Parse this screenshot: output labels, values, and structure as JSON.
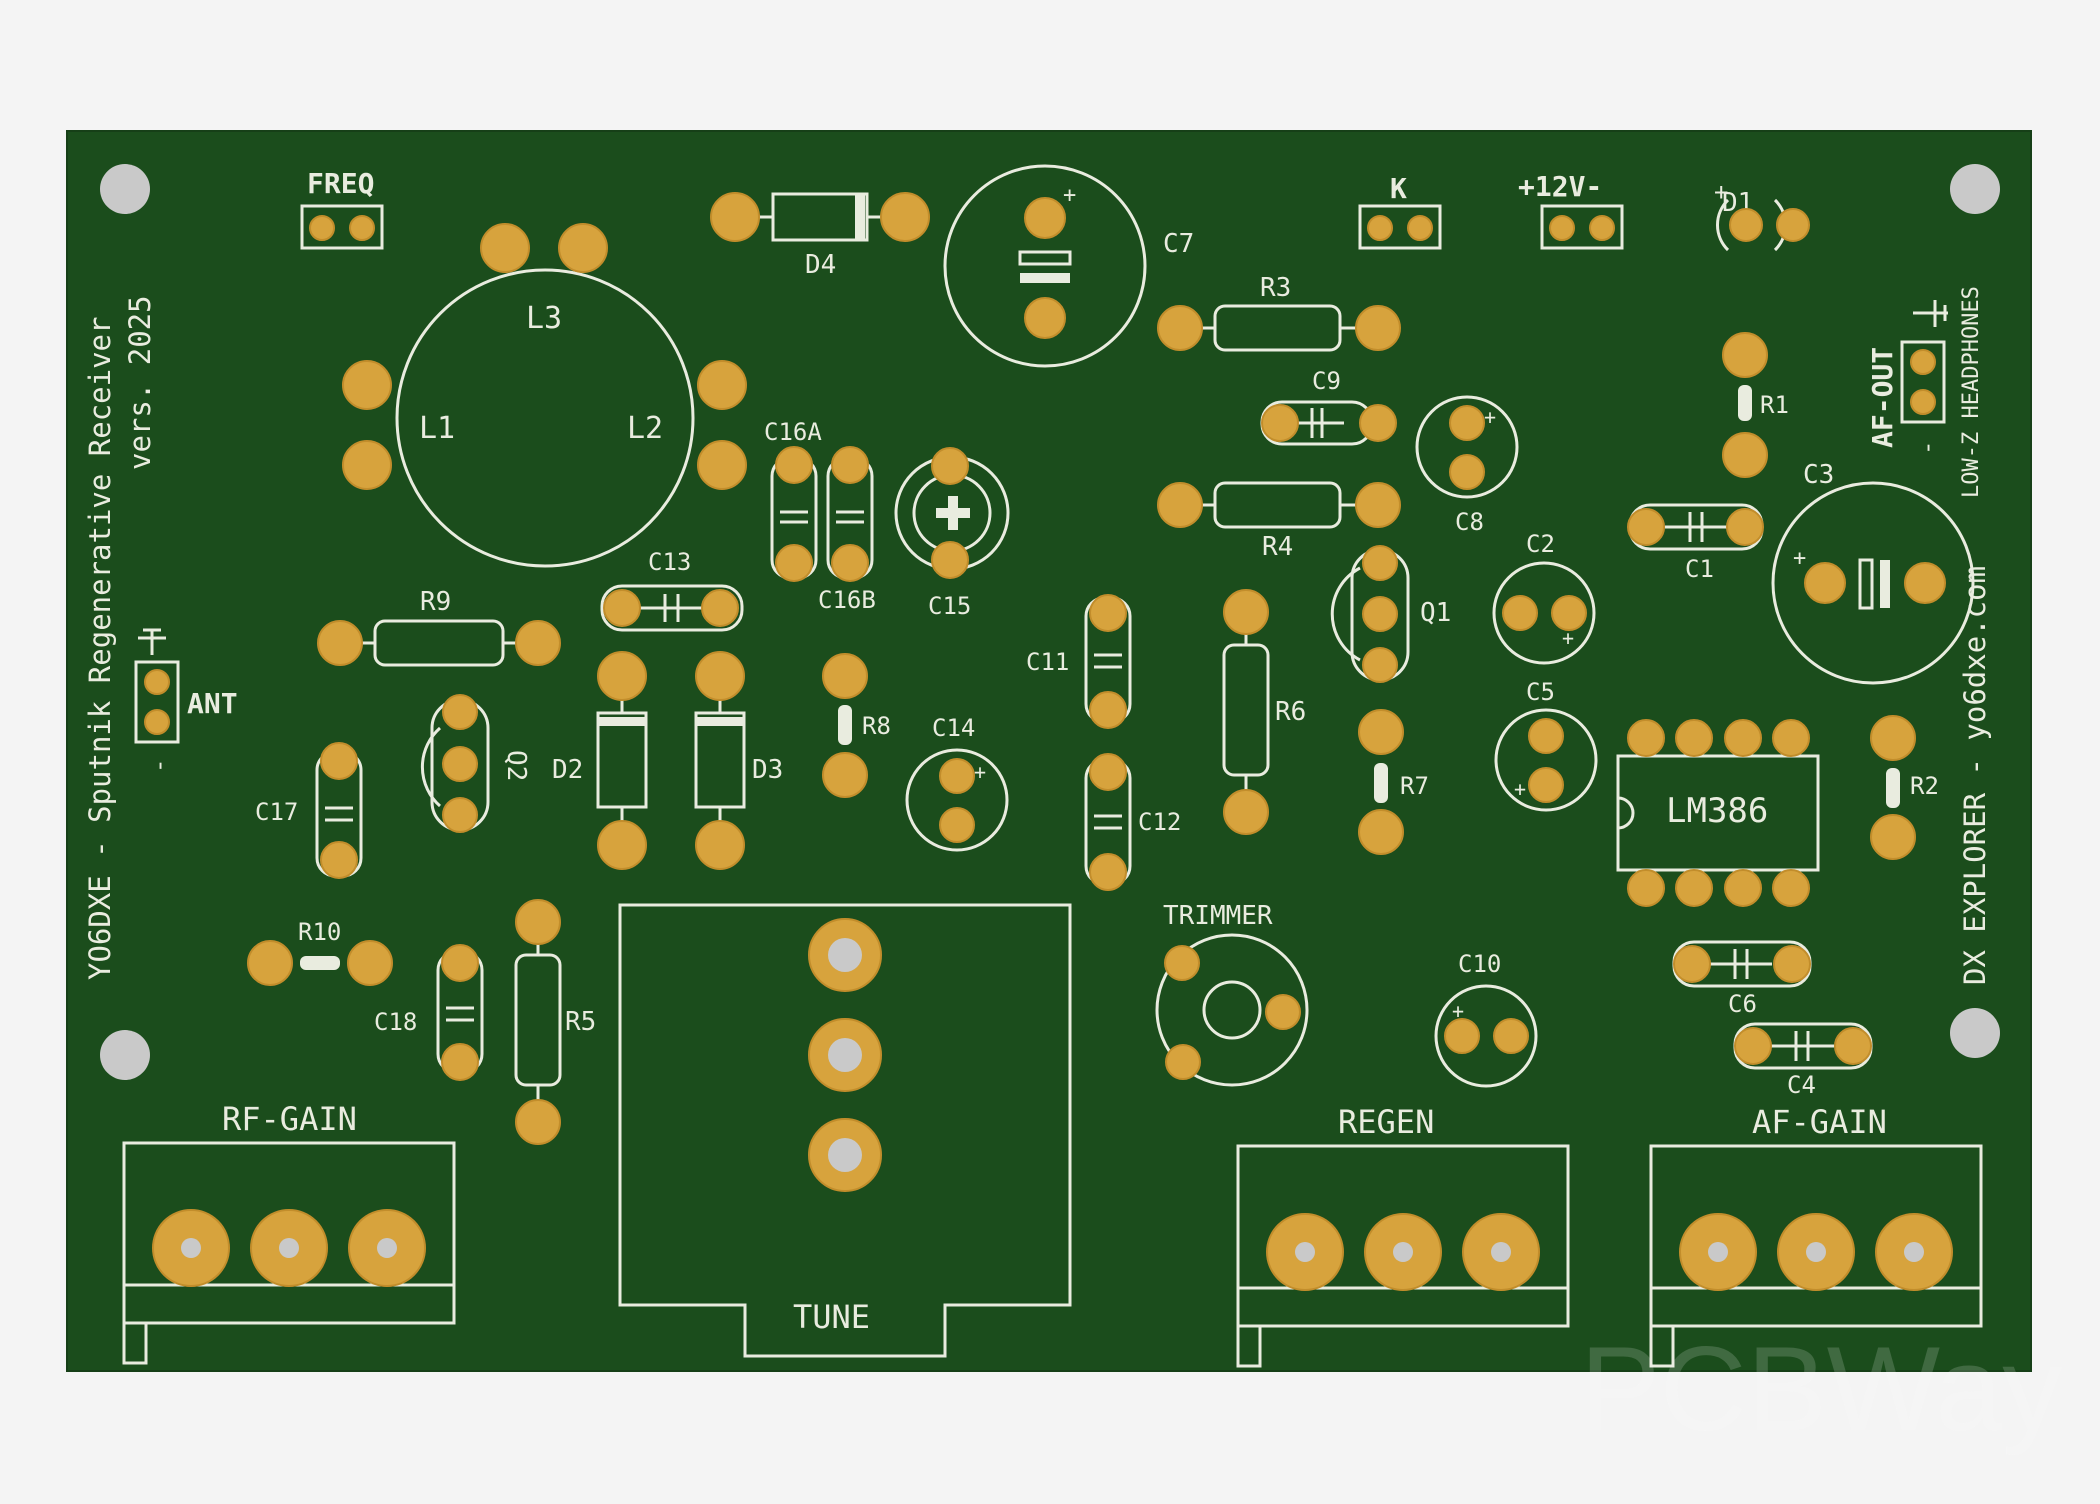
{
  "board": {
    "title_left": "YO6DXE - Sputnik Regenerative Receiver",
    "version": "vers. 2025",
    "title_right": "DX EXPLORER - yo6dxe.com",
    "watermark": "PCBWay",
    "colors": {
      "mask": "#1b4d1c",
      "copper": "#d7a33d",
      "silk": "#e9ecdf",
      "background": "#f4f4f4"
    }
  },
  "connectors": {
    "freq": "FREQ",
    "k": "K",
    "power": "+12V-",
    "ant": "ANT",
    "ant_minus": "-",
    "af_out": "AF-OUT",
    "af_minus": "-",
    "headphones": "LOW-Z HEADPHONES"
  },
  "controls": {
    "rf_gain": "RF-GAIN",
    "tune": "TUNE",
    "regen": "REGEN",
    "af_gain": "AF-GAIN",
    "trimmer": "TRIMMER"
  },
  "coil": {
    "l1": "L1",
    "l2": "L2",
    "l3": "L3"
  },
  "ic": {
    "label": "LM386"
  },
  "polarity": {
    "plus": "+"
  },
  "components": {
    "D1": "D1",
    "D2": "D2",
    "D3": "D3",
    "D4": "D4",
    "R1": "R1",
    "R2": "R2",
    "R3": "R3",
    "R4": "R4",
    "R5": "R5",
    "R6": "R6",
    "R7": "R7",
    "R8": "R8",
    "R9": "R9",
    "R10": "R10",
    "C1": "C1",
    "C2": "C2",
    "C3": "C3",
    "C4": "C4",
    "C5": "C5",
    "C6": "C6",
    "C7": "C7",
    "C8": "C8",
    "C9": "C9",
    "C10": "C10",
    "C11": "C11",
    "C12": "C12",
    "C13": "C13",
    "C14": "C14",
    "C15": "C15",
    "C16A": "C16A",
    "C16B": "C16B",
    "C17": "C17",
    "C18": "C18",
    "Q1": "Q1",
    "Q2": "Q2"
  }
}
